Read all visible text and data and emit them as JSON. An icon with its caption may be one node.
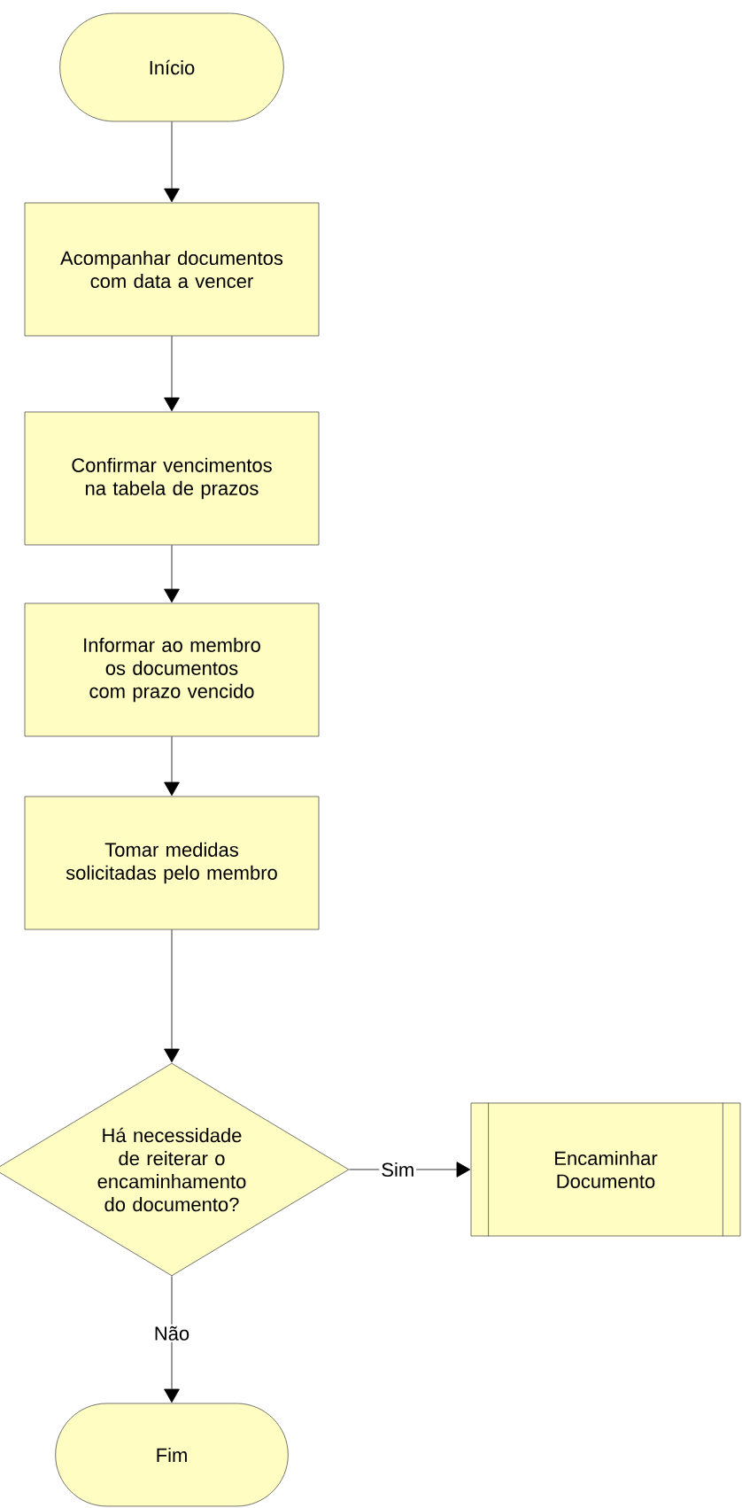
{
  "diagram": {
    "nodes": [
      {
        "text": [
          "Início"
        ]
      },
      {
        "text": [
          "Acompanhar documentos com data a vencer"
        ]
      },
      {
        "text": [
          "Confirmar vencimentos na tabela de prazos"
        ]
      },
      {
        "text": [
          "Informar ao membro os documentos com prazo vencido"
        ]
      },
      {
        "text": [
          "Tomar medidas solicitadas pelo membro"
        ]
      },
      {
        "text": [
          "Há necessidade de reiterar o encaminhamento do documento?"
        ]
      },
      {
        "text": [
          "Encaminhar Documento"
        ]
      },
      {
        "text": [
          "Fim"
        ]
      }
    ],
    "edges": [
      {
        "from": 0,
        "to": 1,
        "arrow": "to"
      },
      {
        "from": 1,
        "to": 2,
        "arrow": "to"
      },
      {
        "from": 2,
        "to": 3,
        "arrow": "to"
      },
      {
        "from": 3,
        "to": 4,
        "arrow": "to"
      },
      {
        "from": 4,
        "to": 5,
        "arrow": "to"
      },
      {
        "from": 5,
        "to": 6,
        "arrow": "to",
        "label": "Sim"
      },
      {
        "from": 5,
        "to": 7,
        "arrow": "to",
        "label": "Não"
      }
    ]
  }
}
